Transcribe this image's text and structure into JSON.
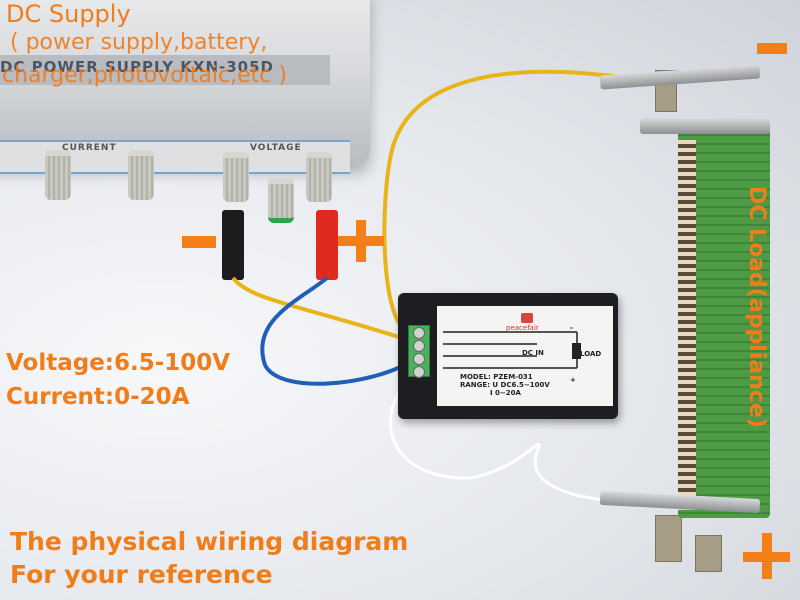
{
  "supply": {
    "title": "DC Supply",
    "subtitle_line1": "( power supply,battery,",
    "subtitle_line2": "charger,photovoltaic,etc )",
    "device_label": "DC POWER SUPPLY   KXN-305D",
    "panel_current": "CURRENT",
    "panel_voltage": "VOLTAGE",
    "terminal_negative": "-",
    "terminal_positive": "+"
  },
  "meter": {
    "brand": "peacefair",
    "dc_in_label": "DC IN",
    "load_label": "LOAD",
    "model_line": "MODEL: PZEM-031",
    "range_u_line": "RANGE: U DC6.5~100V",
    "range_i_line": "I 0~20A",
    "sign_minus": "-",
    "sign_plus": "+"
  },
  "specs": {
    "voltage": "Voltage:6.5-100V",
    "current": "Current:0-20A"
  },
  "load": {
    "label": "DC Load(appliance)",
    "terminal_negative": "-",
    "terminal_positive": "+"
  },
  "caption": {
    "line1": "The physical wiring diagram",
    "line2": "For your reference"
  },
  "colors": {
    "accent_text": "#f07c1a",
    "wire_yellow": "#e8b417",
    "wire_blue": "#1f5fb8",
    "wire_white": "#ffffff",
    "terminal_green": "#4ab25a",
    "resistor_green": "#4e9a45",
    "jack_red": "#e02a20",
    "jack_black": "#1c1c1e"
  }
}
